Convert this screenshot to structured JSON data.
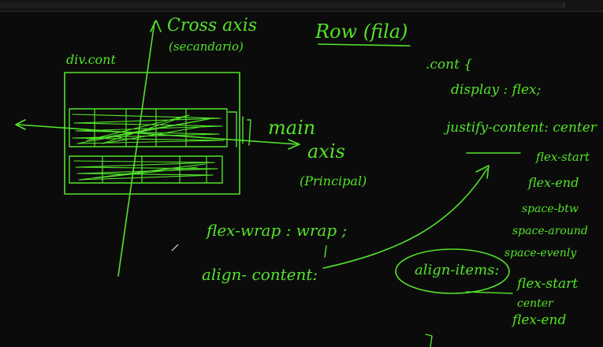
{
  "window": {
    "toolbar": "whiteboard-top-strip"
  },
  "notes": {
    "cross_axis": "Cross axis",
    "cross_axis_es": "(secandario)",
    "div_cont": "div.cont",
    "main_axis_1": "main",
    "main_axis_2": "axis",
    "main_axis_es": "(Principal)",
    "row": "Row (fila)",
    "flex_wrap": "flex-wrap : wrap ;",
    "align_content": "align- content:",
    "align_items": "align-items:"
  },
  "code": {
    "selector": ".cont {",
    "display": "display : flex;",
    "justify": "justify-content: center"
  },
  "justify_values": [
    "flex-start",
    "flex-end",
    "space-btw",
    "space-around",
    "space-evenly"
  ],
  "align_items_values": [
    "flex-start",
    "center",
    "flex-end"
  ],
  "colors": {
    "ink": "#53e32b",
    "background": "#0b0b0b"
  },
  "icons": {
    "cursor": "pen-cursor-icon"
  }
}
